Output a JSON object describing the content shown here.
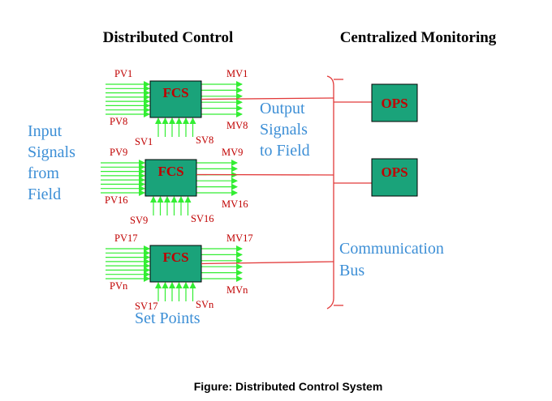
{
  "headings": {
    "left": "Distributed Control",
    "right": "Centralized Monitoring"
  },
  "fcs_units": [
    {
      "label": "FCS",
      "pv_top": "PV1",
      "pv_bottom": "PV8",
      "mv_top": "MV1",
      "mv_bottom": "MV8",
      "sv_left": "SV1",
      "sv_right": "SV8"
    },
    {
      "label": "FCS",
      "pv_top": "PV9",
      "pv_bottom": "PV16",
      "mv_top": "MV9",
      "mv_bottom": "MV16",
      "sv_left": "SV9",
      "sv_right": "SV16"
    },
    {
      "label": "FCS",
      "pv_top": "PV17",
      "pv_bottom": "PVn",
      "mv_top": "MV17",
      "mv_bottom": "MVn",
      "sv_left": "SV17",
      "sv_right": "SVn"
    }
  ],
  "ops_units": [
    {
      "label": "OPS"
    },
    {
      "label": "OPS"
    }
  ],
  "annotations": {
    "input": [
      "Input",
      "Signals",
      "from",
      "Field"
    ],
    "output": [
      "Output",
      "Signals",
      "to Field"
    ],
    "bus": [
      "Communication",
      "Bus"
    ],
    "setpoints": "Set Points"
  },
  "caption": "Figure:  Distributed Control System",
  "colors": {
    "box_fill": "#1aa37a",
    "arrow_green": "#33ee33",
    "bus_red": "#e23a3a",
    "label_red": "#c00000",
    "annotation_blue": "#3d8fd6"
  }
}
